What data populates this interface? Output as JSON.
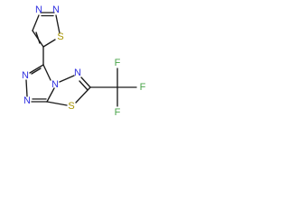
{
  "atom_labels": {
    "ring_thiadiazole_1_N_top_left": "N",
    "ring_thiadiazole_1_N_top_right": "N",
    "ring_thiadiazole_1_S": "S",
    "triazole_N_left_upper": "N",
    "triazole_N_left_lower": "N",
    "fused_N_bridge": "N",
    "fused_N_right": "N",
    "fused_S_bottom": "S",
    "fluorine_top": "F",
    "fluorine_right": "F",
    "fluorine_bottom": "F"
  },
  "colors": {
    "nitrogen": "#2f2fe0",
    "sulfur": "#a89400",
    "fluorine": "#4aa54a",
    "bond": "#1a1a1a",
    "background": "#ffffff"
  }
}
